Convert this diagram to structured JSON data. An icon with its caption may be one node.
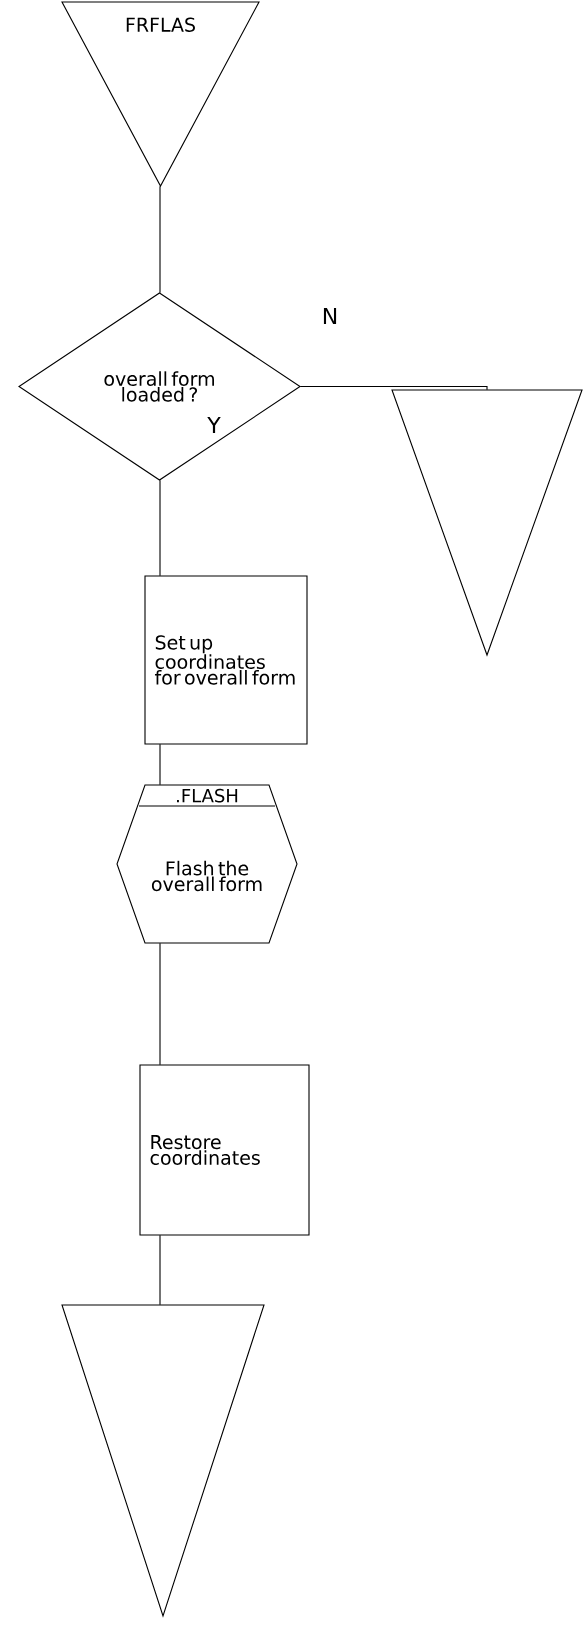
{
  "diagram": {
    "nodes": [
      {
        "text": [
          "FRFLAS"
        ]
      },
      {
        "text": [
          "overall form loaded ?"
        ]
      },
      {
        "text": [],
        "shape": "triangle"
      },
      {
        "text": [
          "Set up coordinates for overall form"
        ]
      },
      {
        "text": [
          ".FLASH",
          "Flash the overall form"
        ]
      },
      {
        "text": [
          "Restore coordinates"
        ]
      },
      {
        "text": [],
        "shape": "triangle"
      }
    ],
    "edges": [
      {
        "from": 0,
        "to": 1,
        "arrow": "none"
      },
      {
        "from": 1,
        "to": 2,
        "arrow": "none",
        "label": "N"
      },
      {
        "from": 1,
        "to": 3,
        "arrow": "none",
        "label": "Y"
      },
      {
        "from": 3,
        "to": 4,
        "arrow": "none"
      },
      {
        "from": 4,
        "to": 5,
        "arrow": "none"
      },
      {
        "from": 5,
        "to": 6,
        "arrow": "none"
      }
    ]
  }
}
